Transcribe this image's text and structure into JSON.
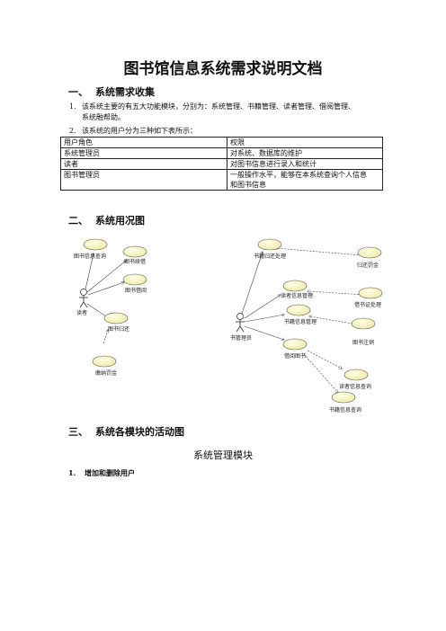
{
  "title": "图书馆信息系统需求说明文档",
  "section1": {
    "num": "一、",
    "heading": "系统需求收集",
    "items": [
      {
        "num": "1.",
        "text_line1": "该系统主要的有五大功能模块，分别为：系统管理、书籍管理、读者管理、借阅管理、",
        "text_line2": "系统融帮助。"
      },
      {
        "num": "2.",
        "text_line1": "该系统的用户分为三种如下表所示：",
        "text_line2": ""
      }
    ],
    "table": {
      "header": [
        "用户角色",
        "权限"
      ],
      "rows": [
        [
          "系统管理员",
          "对系统、数据库的维护",
          ""
        ],
        [
          "读者",
          "对图书信息进行录入和统计",
          ""
        ],
        [
          "图书管理员",
          "一般操作水平，能够在本系统查询个人信息",
          "和图书信息"
        ]
      ]
    }
  },
  "section2": {
    "num": "二、",
    "heading": "系统用况图",
    "left_diagram": {
      "actor": "读者",
      "cases": [
        "图书信息查询",
        "图书续借",
        "图书借阅",
        "图书归还",
        "缴纳罚金"
      ]
    },
    "right_diagram": {
      "actor": "图书管理员",
      "cases": [
        "书籍归还处理",
        "归还罚金",
        "读者信息管理",
        "借书证处理",
        "书籍信息管理",
        "图书注销",
        "借阅图书",
        "读者信息查询",
        "书籍信息查询"
      ]
    }
  },
  "section3": {
    "num": "三、",
    "heading": "系统各模块的活动图",
    "subtitle": "系统管理模块",
    "item_num": "1.",
    "item_text": "增加和删除用户"
  }
}
